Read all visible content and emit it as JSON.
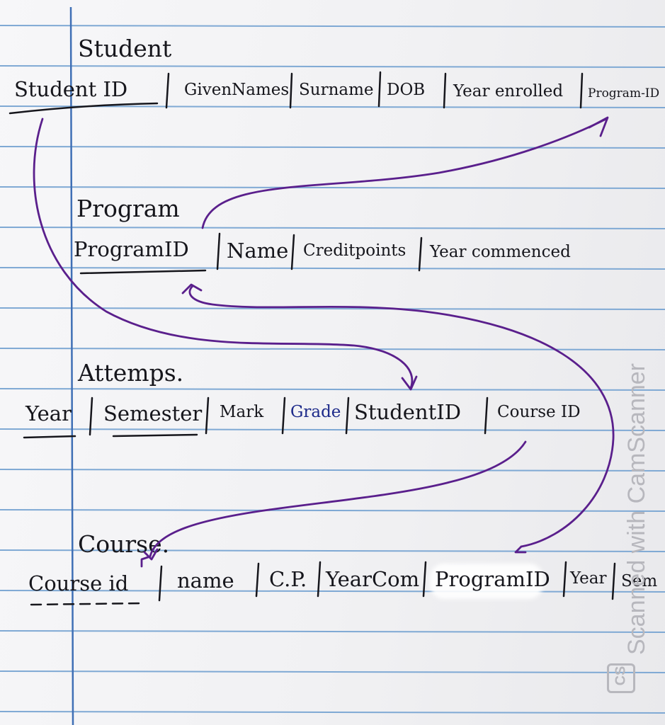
{
  "entities": [
    {
      "name": "Student",
      "fields": [
        "Student ID",
        "GivenNames",
        "Surname",
        "DOB",
        "Year enrolled",
        "Program-ID"
      ]
    },
    {
      "name": "Program",
      "fields": [
        "ProgramID",
        "Name",
        "Creditpoints",
        "Year commenced"
      ]
    },
    {
      "name": "Attemps.",
      "fields": [
        "Year",
        "Semester",
        "Mark",
        "Grade",
        "StudentID",
        "Course ID"
      ]
    },
    {
      "name": "Course.",
      "fields": [
        "Course id",
        "name",
        "C.P.",
        "YearCom",
        "ProgramID",
        "Year",
        "Sem"
      ]
    }
  ],
  "watermark": "Scanned with CamScanner",
  "watermark_logo": "CS",
  "colors": {
    "paper": "#f3f3f5",
    "rule_lines": "#7fa9d4",
    "margin_line": "#3f6fb5",
    "ink": "#16161c",
    "arrow_ink": "#5a1f8c",
    "watermark": "#b7b7bd"
  }
}
